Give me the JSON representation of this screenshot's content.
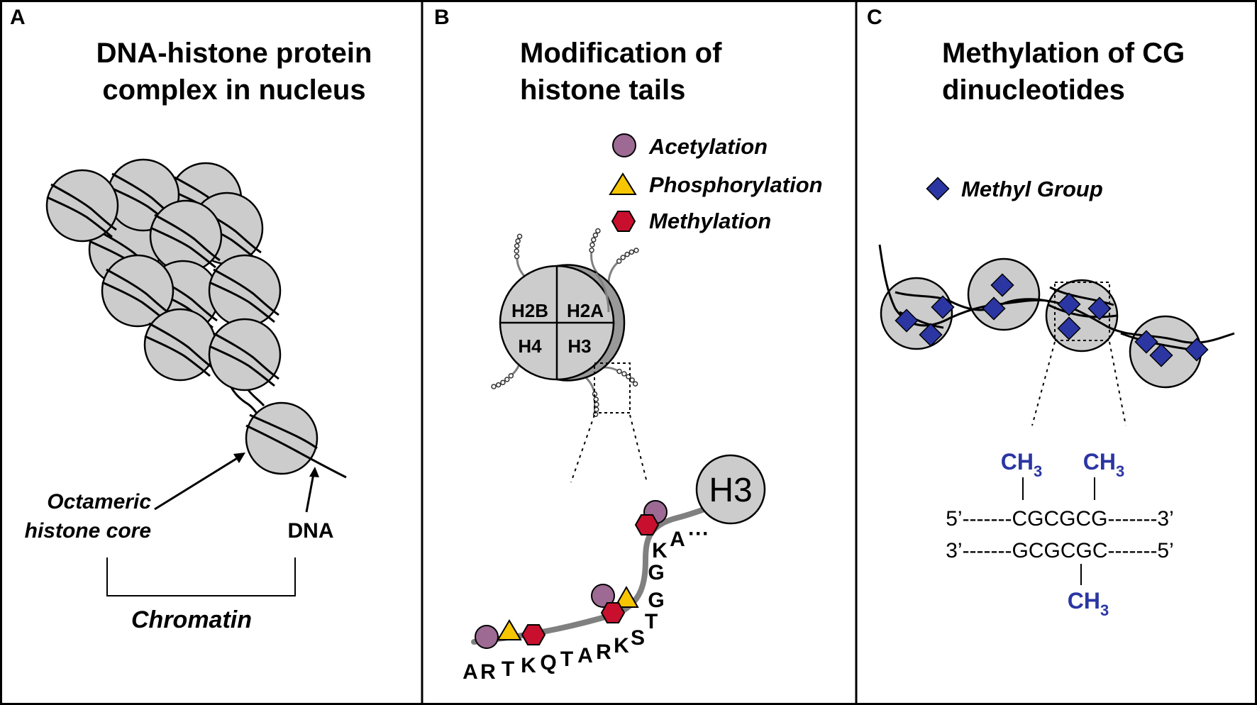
{
  "panels": [
    {
      "letter": "A",
      "title_lines": [
        "DNA-histone protein",
        "complex in nucleus"
      ]
    },
    {
      "letter": "B",
      "title_lines": [
        "Modification of",
        "histone tails"
      ]
    },
    {
      "letter": "C",
      "title_lines": [
        "Methylation of CG",
        "dinucleotides"
      ]
    }
  ],
  "panelA": {
    "core_label_lines": [
      "Octameric",
      "histone core"
    ],
    "dna_label": "DNA",
    "bracket_label": "Chromatin"
  },
  "panelB": {
    "legend": [
      {
        "label": "Acetylation",
        "shape": "circle",
        "color": "#9c6a93"
      },
      {
        "label": "Phosphorylation",
        "shape": "triangle",
        "color": "#f7c600"
      },
      {
        "label": "Methylation",
        "shape": "hexagon",
        "color": "#c8102e"
      }
    ],
    "quadrants": [
      "H2B",
      "H2A",
      "H4",
      "H3"
    ],
    "zoom_label": "H3",
    "residues": [
      "A",
      "R",
      "T",
      "K",
      "Q",
      "T",
      "A",
      "R",
      "K",
      "S",
      "T",
      "G",
      "G",
      "K",
      "A",
      "···"
    ]
  },
  "panelC": {
    "legend_label": "Methyl Group",
    "methyl_color": "#2b36a3",
    "ch3_label": "CH",
    "ch3_subscript": "3",
    "top_strand": "5’-------CGCGCG-------3’",
    "bottom_strand": "3’-------GCGCGC-------5’"
  },
  "colors": {
    "nucleosome_fill": "#cccccc",
    "tail_gray": "#808080"
  }
}
